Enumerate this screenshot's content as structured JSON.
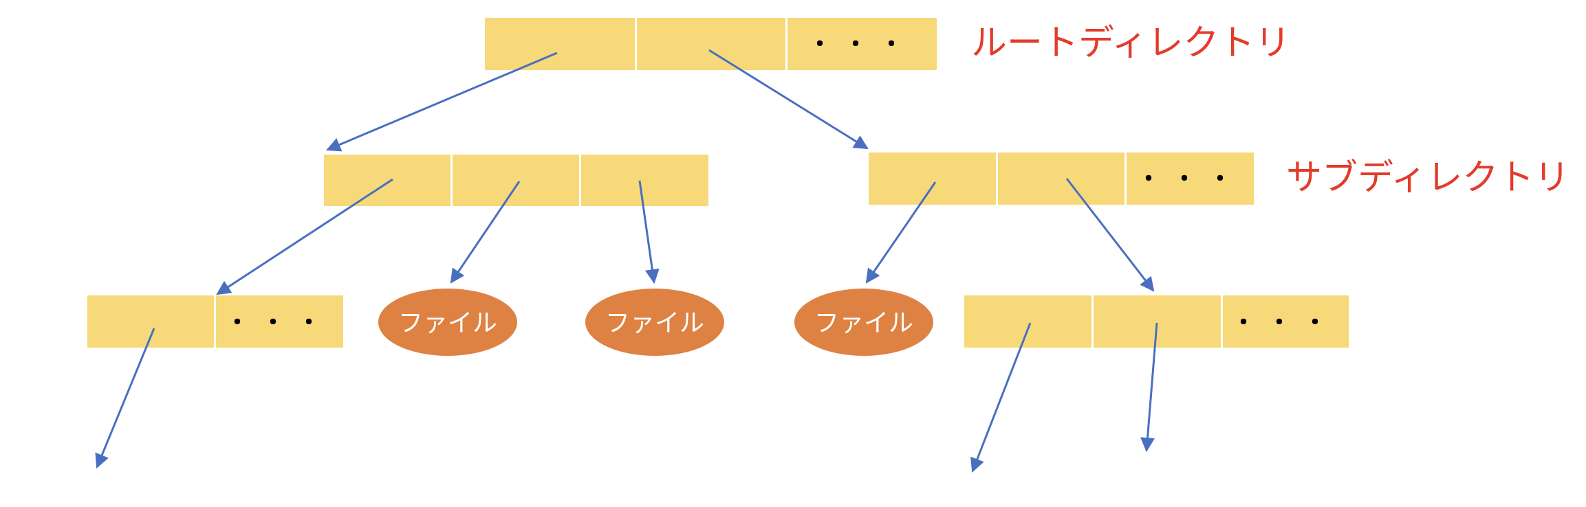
{
  "colors": {
    "cell": "#f7d97a",
    "file": "#de8243",
    "arrow": "#4a6fc1",
    "label": "#e33b2b"
  },
  "labels": {
    "root": "ルートディレクトリ",
    "sub": "サブディレクトリ"
  },
  "file_label": "ファイル",
  "ellipsis": "・・・",
  "nodes": {
    "root": {
      "cells": 3,
      "ellipsis": true
    },
    "sub_left": {
      "cells": 3,
      "ellipsis": false
    },
    "sub_right": {
      "cells": 3,
      "ellipsis": true
    },
    "leaf_left": {
      "cells": 2,
      "ellipsis": true
    },
    "leaf_right": {
      "cells": 3,
      "ellipsis": true
    },
    "files": 3
  }
}
